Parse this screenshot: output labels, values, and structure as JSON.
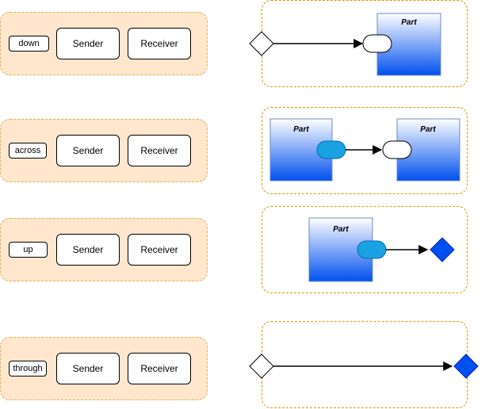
{
  "rows": [
    {
      "label": "down",
      "sender": "Sender",
      "receiver": "Receiver"
    },
    {
      "label": "across",
      "sender": "Sender",
      "receiver": "Receiver"
    },
    {
      "label": "up",
      "sender": "Sender",
      "receiver": "Receiver"
    },
    {
      "label": "through",
      "sender": "Sender",
      "receiver": "Receiver"
    }
  ],
  "part_title": "Part",
  "colors": {
    "group_fill": "#ffe6cc",
    "group_border": "#d6b656",
    "frame_border": "#d79b00",
    "part_gradient_top": "#ffffff",
    "part_gradient_bottom": "#0050ef",
    "port_fill": "#1ba1e2",
    "endpoint_fill": "#0050ef"
  }
}
